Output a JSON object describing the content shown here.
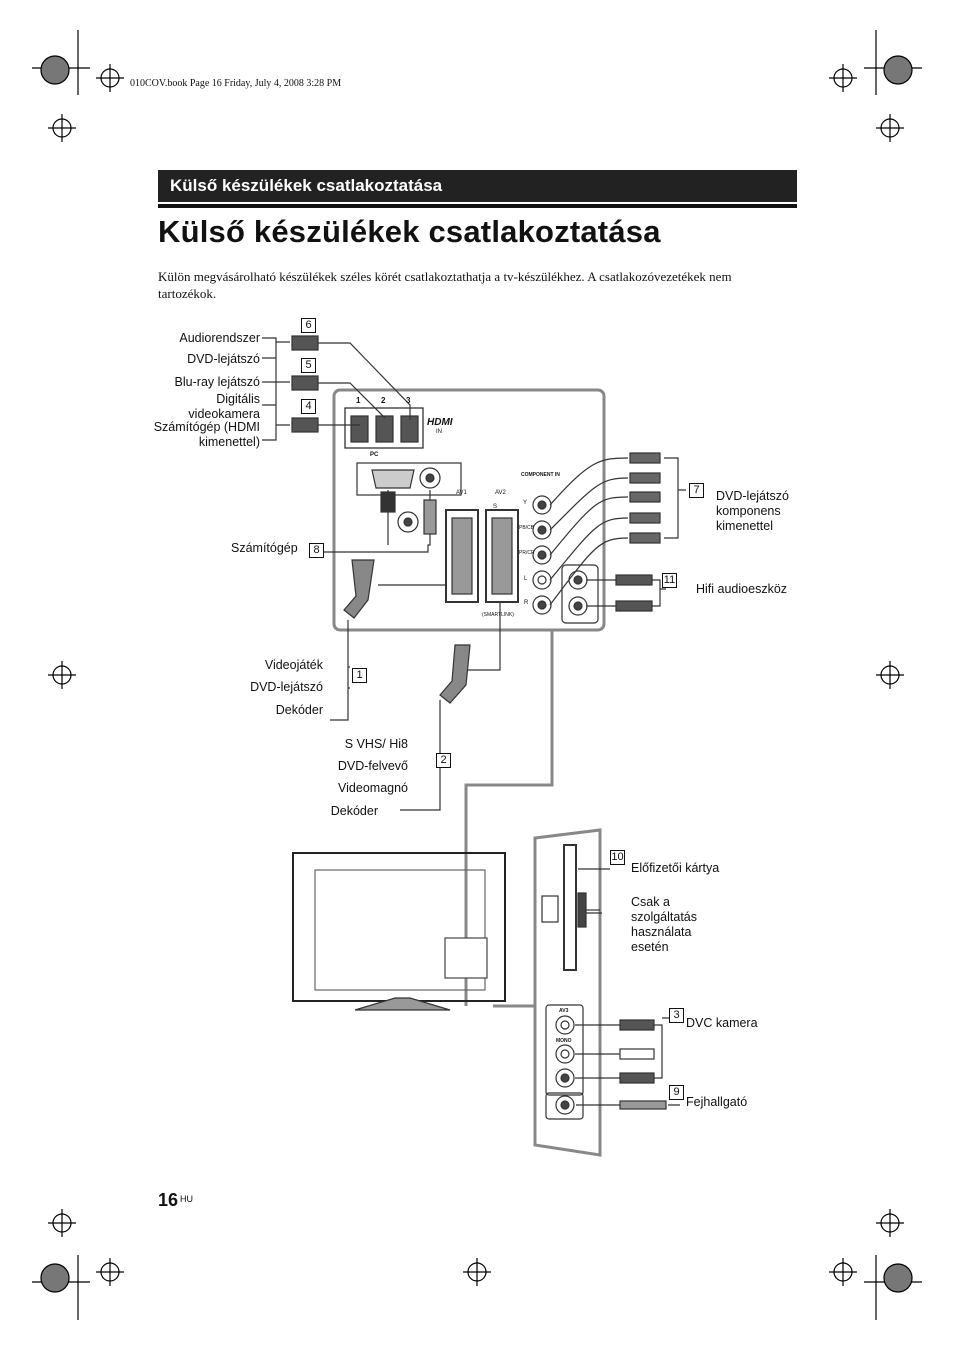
{
  "header_meta": "010COV.book  Page 16  Friday, July 4, 2008  3:28 PM",
  "section_header": "Külső készülékek csatlakoztatása",
  "title": "Külső készülékek csatlakoztatása",
  "intro": "Külön megvásárolható készülékek széles körét csatlakoztathatja a tv-készülékhez. A csatlakozóvezetékek nem tartozékok.",
  "diagram": {
    "hdmi_devices": [
      "Audiorendszer",
      "DVD-lejátszó",
      "Blu-ray lejátszó",
      "Digitális videokamera",
      "Számítógép (HDMI kimenettel)"
    ],
    "hdmi_cable_numbers": [
      "6",
      "5",
      "4"
    ],
    "hdmi_port_numbers": [
      "1",
      "2",
      "3"
    ],
    "hdmi_logo": "HDMI",
    "hdmi_in": "IN",
    "pc_port": "PC",
    "pc_device": "Számítógép",
    "pc_number": "8",
    "av1_label": "AV1",
    "av2_label": "AV2",
    "s_video_label": "S",
    "smartlink_label": "(SMARTLINK)",
    "component_label": "COMPONENT IN",
    "component_jacks": [
      "Y",
      "PB/CB",
      "PR/CR"
    ],
    "lr_labels": [
      "L",
      "R"
    ],
    "component_device": "DVD-lejátszó komponens kimenettel",
    "component_number": "7",
    "hifi_device": "Hifi audioeszköz",
    "hifi_number": "11",
    "scart1_devices": [
      "Videojáték",
      "DVD-lejátszó",
      "Dekóder"
    ],
    "scart1_number": "1",
    "scart2_devices": [
      "S VHS/ Hi8",
      "DVD-felvevő",
      "Videomagnó",
      "Dekóder"
    ],
    "scart2_number": "2",
    "card_device": "Előfizetői kártya",
    "card_number": "10",
    "service_note": "Csak a szolgáltatás használata esetén",
    "av3_label": "AV3",
    "mono_label": "MONO",
    "dvc_device": "DVC kamera",
    "dvc_number": "3",
    "headphone_device": "Fejhallgató",
    "headphone_number": "9"
  },
  "page_number": "16",
  "page_lang": "HU"
}
